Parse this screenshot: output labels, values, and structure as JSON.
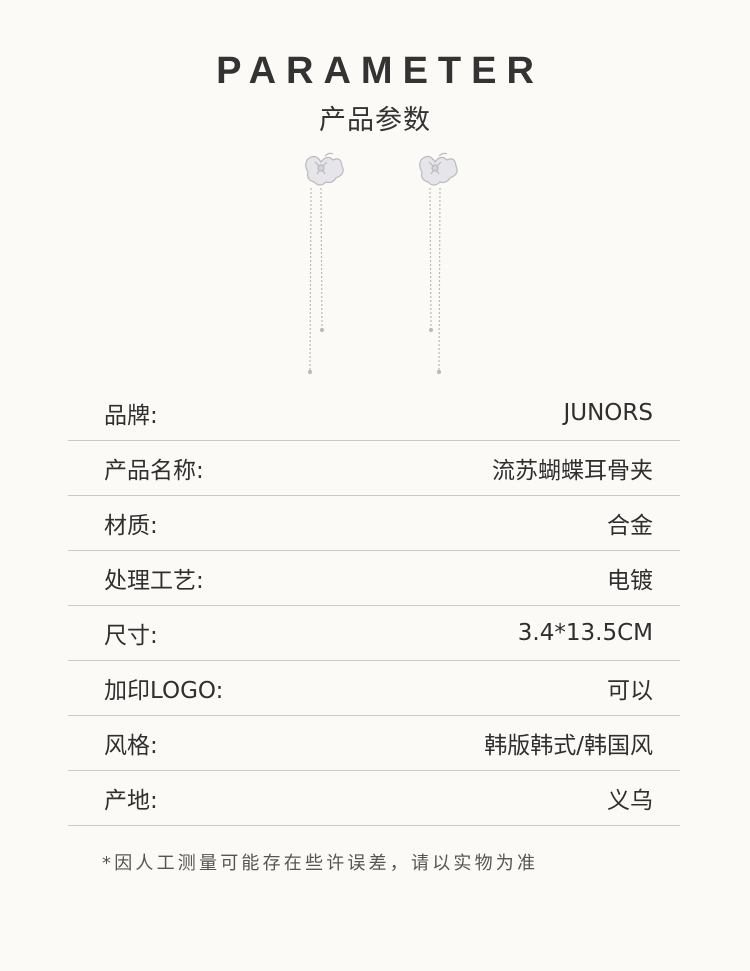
{
  "header": {
    "title_en": "PARAMETER",
    "title_zh": "产品参数"
  },
  "product_image": {
    "icon": "butterfly-tassel-earrings-image",
    "metal_color": "#c8c8cc"
  },
  "params": [
    {
      "label": "品牌:",
      "value": "JUNORS"
    },
    {
      "label": "产品名称:",
      "value": "流苏蝴蝶耳骨夹"
    },
    {
      "label": "材质:",
      "value": "合金"
    },
    {
      "label": "处理工艺:",
      "value": "电镀"
    },
    {
      "label": "尺寸:",
      "value": "3.4*13.5CM"
    },
    {
      "label": "加印LOGO:",
      "value": "可以"
    },
    {
      "label": "风格:",
      "value": "韩版韩式/韩国风"
    },
    {
      "label": "产地:",
      "value": "义乌"
    }
  ],
  "note": "*因人工测量可能存在些许误差，请以实物为准",
  "colors": {
    "background": "#fcfaf6",
    "text": "#2e2e2e",
    "divider": "#c9c9c9"
  }
}
